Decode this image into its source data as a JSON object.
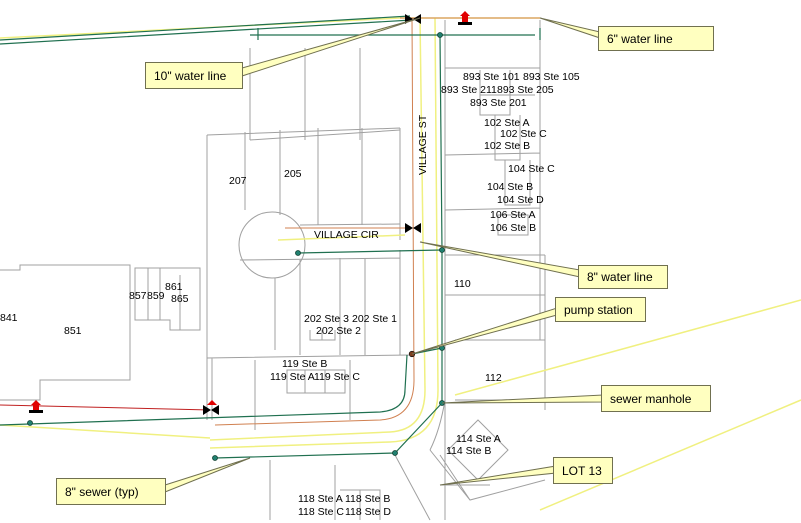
{
  "map": {
    "street_labels": {
      "village_st": "VILLAGE ST",
      "village_cir": "VILLAGE CIR"
    },
    "parcel_labels": [
      "893 Ste 101",
      "893 Ste 105",
      "893 Ste 211",
      "893 Ste 205",
      "893 Ste 201",
      "102 Ste A",
      "102 Ste C",
      "102 Ste B",
      "104 Ste C",
      "104 Ste B",
      "104 Ste D",
      "106 Ste A",
      "106 Ste B",
      "207",
      "205",
      "110",
      "112",
      "857",
      "859",
      "861",
      "865",
      "841",
      "851",
      "202 Ste 3",
      "202 Ste 1",
      "202 Ste 2",
      "119 Ste B",
      "119 Ste A",
      "119 Ste C",
      "114 Ste A",
      "114 Ste B",
      "118 Ste A",
      "118 Ste B",
      "118 Ste C",
      "118 Ste D"
    ],
    "callouts": {
      "six_inch_water": "6\" water line",
      "ten_inch_water": "10\" water line",
      "eight_inch_water": "8\" water line",
      "pump_station": "pump station",
      "sewer_manhole": "sewer manhole",
      "lot13": "LOT 13",
      "eight_inch_sewer": "8\" sewer (typ)"
    },
    "colors": {
      "water_line": "#d08050",
      "sewer_line": "#207050",
      "road_edge": "#f0f080",
      "parcel": "#a0a0a0",
      "callout_bg": "#ffffc0",
      "hydrant": "#e00000",
      "force_main": "#c02020"
    }
  }
}
